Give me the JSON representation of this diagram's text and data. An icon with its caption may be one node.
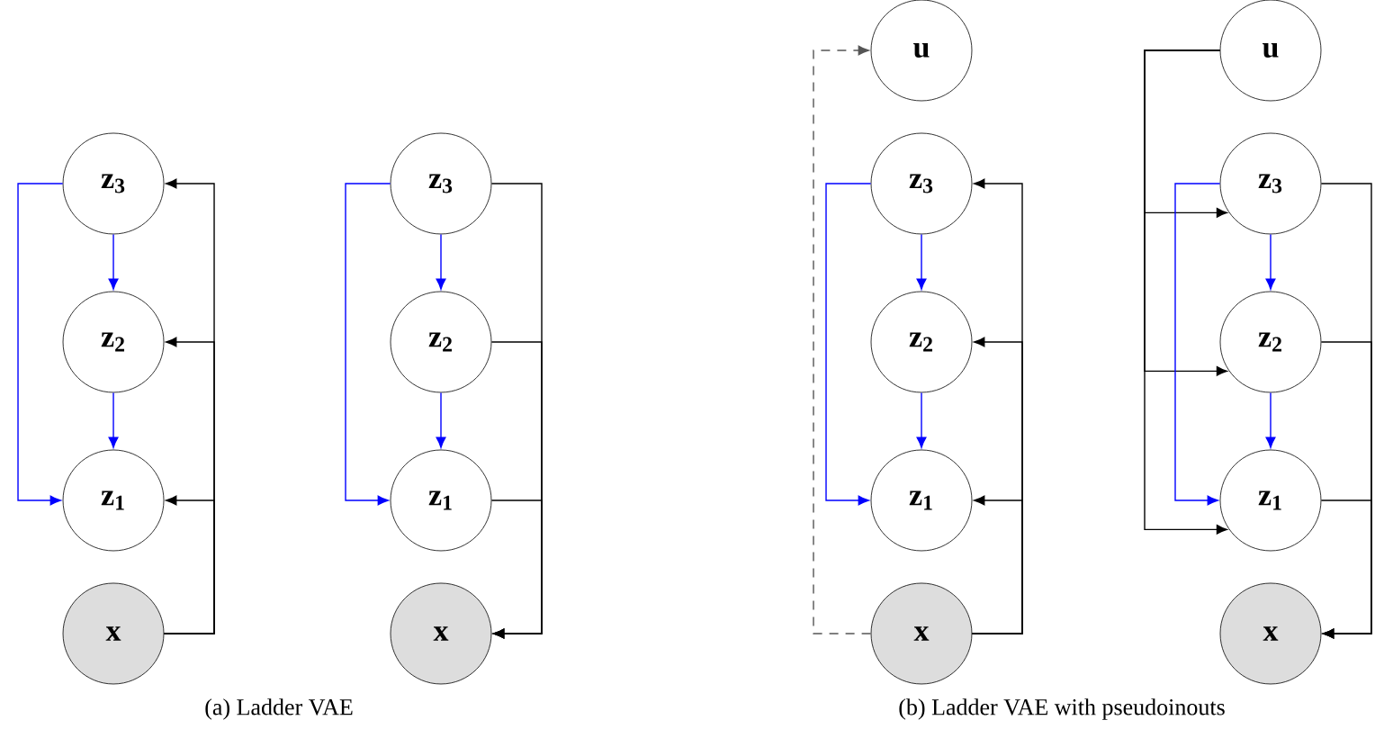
{
  "diagram": {
    "nodes": [
      {
        "text": [
          "z$_{3}$"
        ]
      },
      {
        "text": [
          "z$_{2}$"
        ]
      },
      {
        "text": [
          "z$_{1}$"
        ]
      },
      {
        "text": [
          "x"
        ]
      },
      {
        "text": [
          "z$_{3}$"
        ]
      },
      {
        "text": [
          "z$_{2}$"
        ]
      },
      {
        "text": [
          "z$_{1}$"
        ]
      },
      {
        "text": [
          "x"
        ]
      },
      {
        "text": [
          "u"
        ]
      },
      {
        "text": [
          "z$_{3}$"
        ]
      },
      {
        "text": [
          "z$_{2}$"
        ]
      },
      {
        "text": [
          "z$_{1}$"
        ]
      },
      {
        "text": [
          "x"
        ]
      },
      {
        "text": [
          "u"
        ]
      },
      {
        "text": [
          "z$_{3}$"
        ]
      },
      {
        "text": [
          "z$_{2}$"
        ]
      },
      {
        "text": [
          "z$_{1}$"
        ]
      },
      {
        "text": [
          "x"
        ]
      }
    ],
    "edges": [
      {
        "from": 0,
        "to": 1,
        "arrow": "to",
        "color": "#0000ff"
      },
      {
        "from": 1,
        "to": 2,
        "arrow": "to",
        "color": "#0000ff"
      },
      {
        "from": 0,
        "to": 2,
        "arrow": "to",
        "color": "#0000ff"
      },
      {
        "from": 3,
        "to": 2,
        "arrow": "to"
      },
      {
        "from": 3,
        "to": 1,
        "arrow": "to"
      },
      {
        "from": 3,
        "to": 0,
        "arrow": "to"
      },
      {
        "from": 4,
        "to": 5,
        "arrow": "to",
        "color": "#0000ff"
      },
      {
        "from": 5,
        "to": 6,
        "arrow": "to",
        "color": "#0000ff"
      },
      {
        "from": 4,
        "to": 6,
        "arrow": "to",
        "color": "#0000ff"
      },
      {
        "from": 4,
        "to": 7,
        "arrow": "to"
      },
      {
        "from": 5,
        "to": 7,
        "arrow": "to"
      },
      {
        "from": 6,
        "to": 7,
        "arrow": "to"
      },
      {
        "from": 12,
        "to": 8,
        "arrow": "to",
        "style": "dashed",
        "color": "#555555"
      },
      {
        "from": 9,
        "to": 10,
        "arrow": "to",
        "color": "#0000ff"
      },
      {
        "from": 10,
        "to": 11,
        "arrow": "to",
        "color": "#0000ff"
      },
      {
        "from": 9,
        "to": 11,
        "arrow": "to",
        "color": "#0000ff"
      },
      {
        "from": 12,
        "to": 11,
        "arrow": "to"
      },
      {
        "from": 12,
        "to": 10,
        "arrow": "to"
      },
      {
        "from": 12,
        "to": 9,
        "arrow": "to"
      },
      {
        "from": 13,
        "to": 14,
        "arrow": "to"
      },
      {
        "from": 13,
        "to": 15,
        "arrow": "to"
      },
      {
        "from": 13,
        "to": 16,
        "arrow": "to"
      },
      {
        "from": 14,
        "to": 15,
        "arrow": "to",
        "color": "#0000ff"
      },
      {
        "from": 15,
        "to": 16,
        "arrow": "to",
        "color": "#0000ff"
      },
      {
        "from": 14,
        "to": 16,
        "arrow": "to",
        "color": "#0000ff"
      },
      {
        "from": 14,
        "to": 17,
        "arrow": "to"
      },
      {
        "from": 15,
        "to": 17,
        "arrow": "to"
      },
      {
        "from": 16,
        "to": 17,
        "arrow": "to"
      }
    ],
    "labels": [
      "(a) Ladder VAE",
      "(b) Ladder VAE with pseudoinouts"
    ]
  }
}
